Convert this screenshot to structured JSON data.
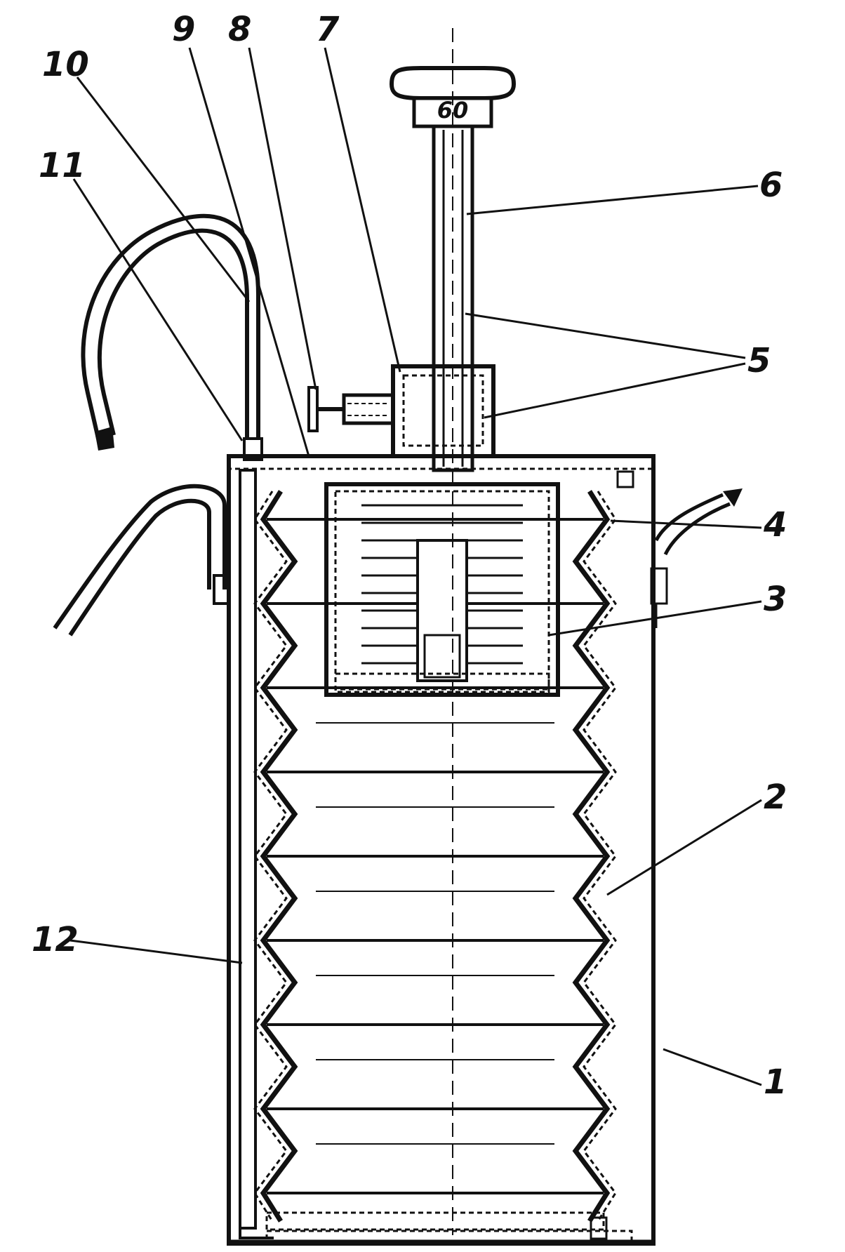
{
  "colors": {
    "ink": "#111111",
    "paper": "#ffffff"
  },
  "diagram": {
    "handle_marking": "60",
    "labels": [
      "1",
      "2",
      "3",
      "4",
      "5",
      "6",
      "7",
      "8",
      "9",
      "10",
      "11",
      "12"
    ]
  }
}
